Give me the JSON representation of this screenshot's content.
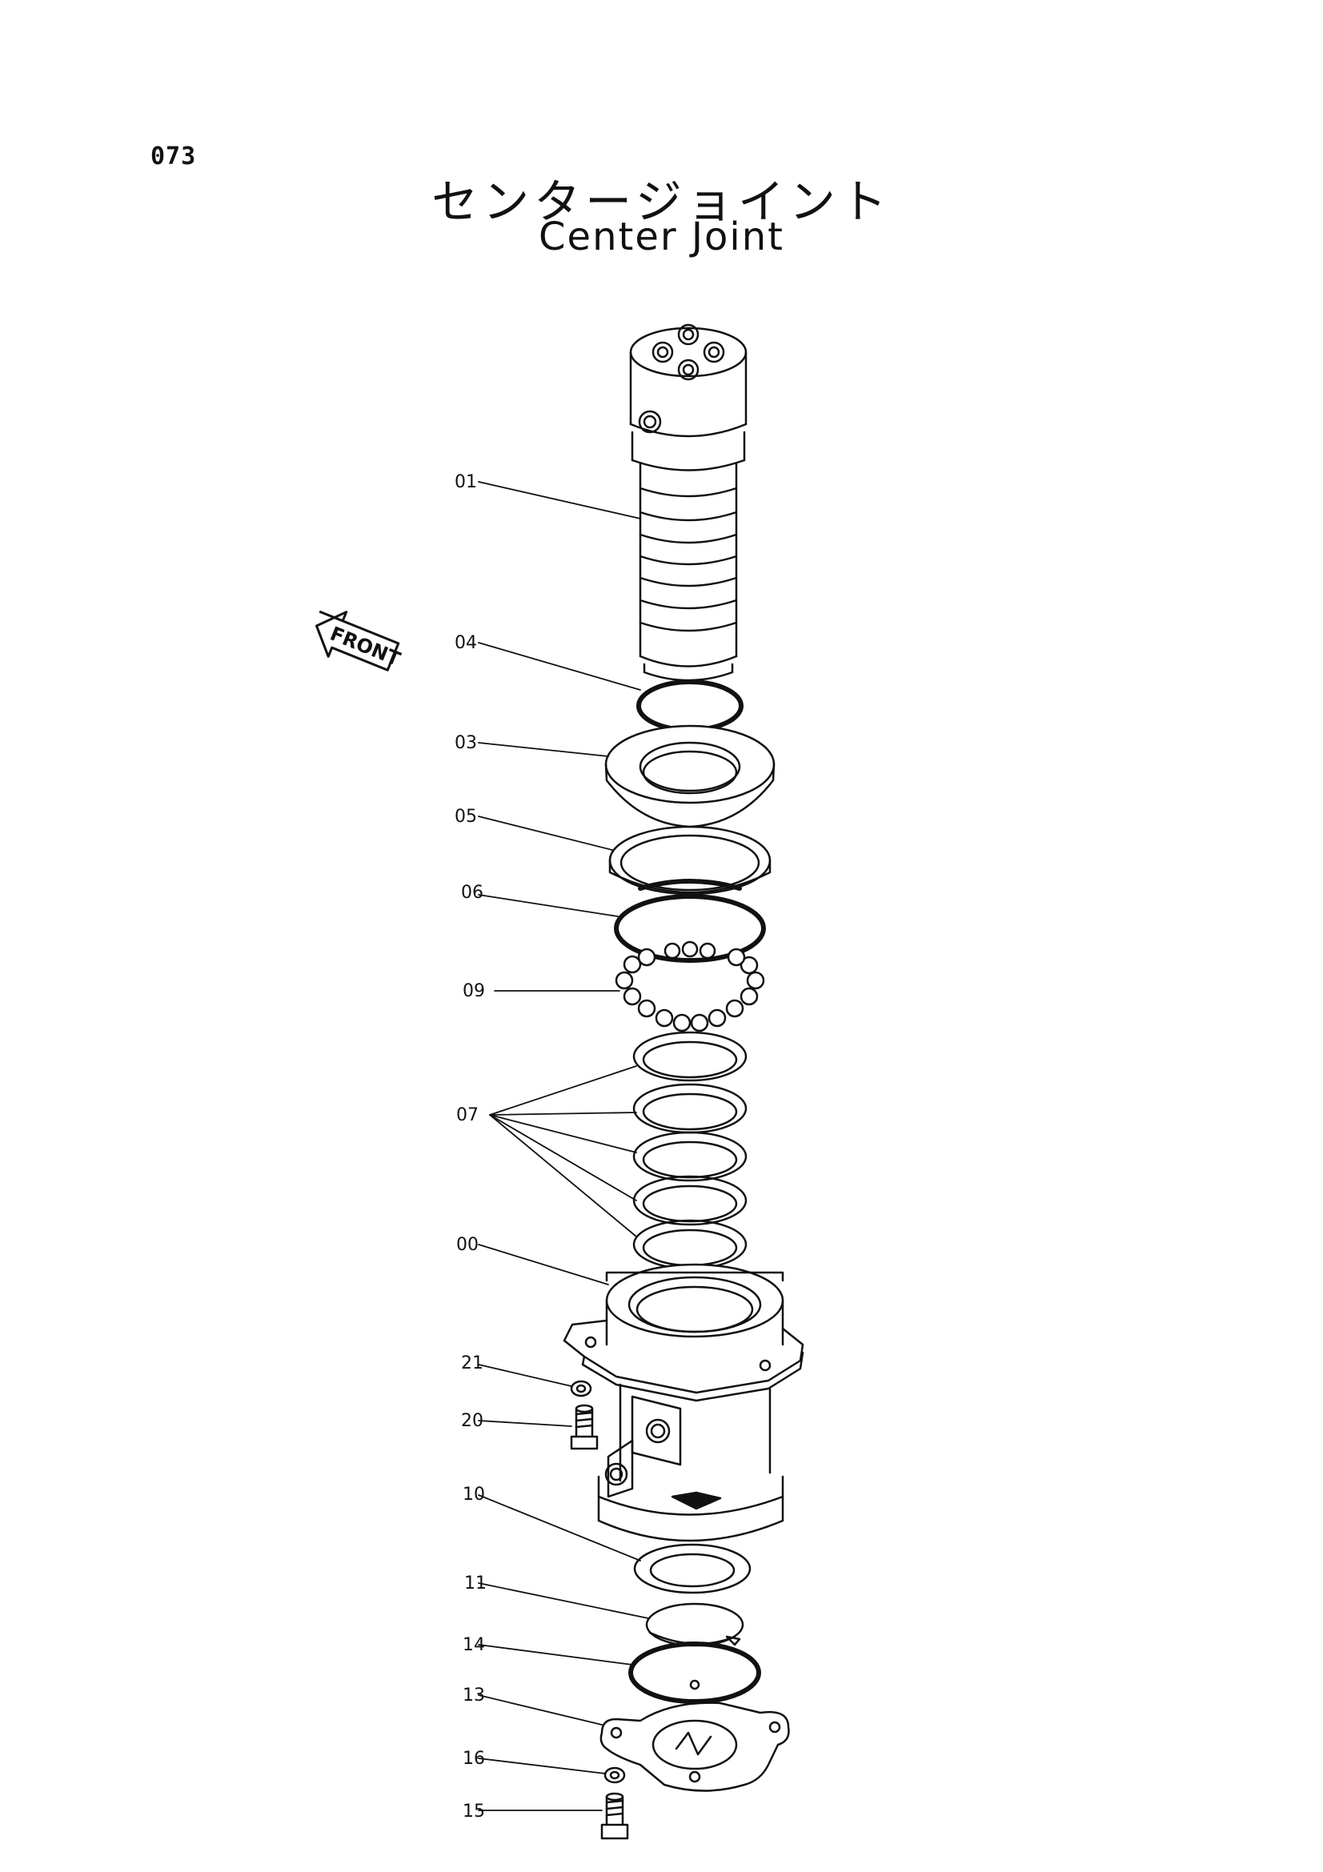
{
  "page_number": "073",
  "title_jp": "センタージョイント",
  "title_en": "Center Joint",
  "front_label": "FRONT",
  "callouts": [
    "01",
    "04",
    "03",
    "05",
    "06",
    "09",
    "07",
    "00",
    "21",
    "20",
    "10",
    "11",
    "14",
    "13",
    "16",
    "15"
  ]
}
